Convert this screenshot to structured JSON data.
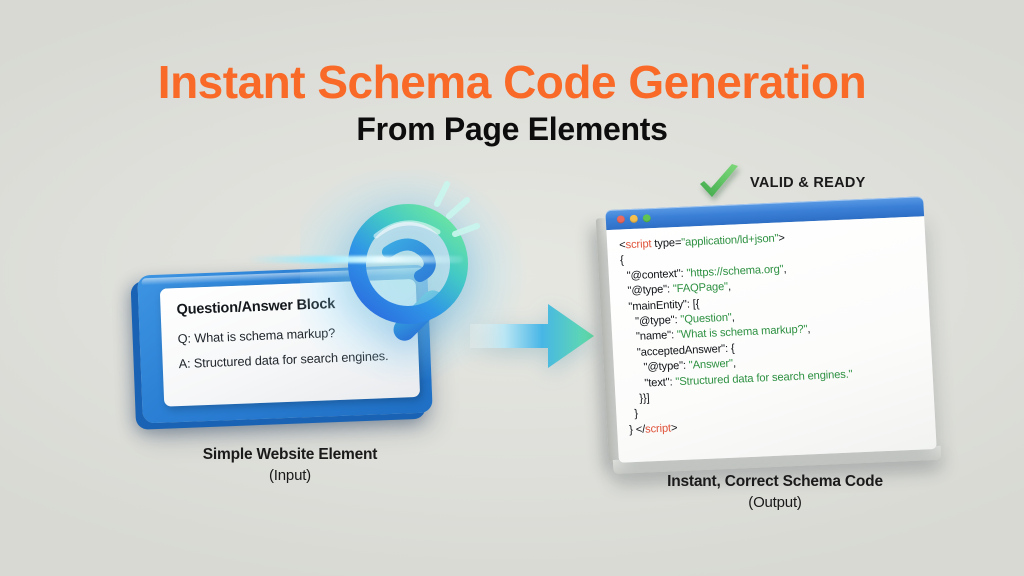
{
  "theme": {
    "background": "#dedfda",
    "title_orange": "#f96a28",
    "card_blue": "#2b7fd4",
    "titlebar_blue": "#3c81d8",
    "code_string_green": "#2e9142",
    "code_tag_red": "#e0533a",
    "check_green": "#5fc463",
    "magnifier_blue": "#2f7fe0",
    "magnifier_green": "#62e0a8"
  },
  "header": {
    "title": "Instant Schema Code Generation",
    "subtitle": "From Page Elements"
  },
  "input_card": {
    "heading": "Question/Answer Block",
    "question": "Q: What is schema markup?",
    "answer": "A: Structured data for search engines.",
    "caption": "Simple Website Element",
    "caption_sub": "(Input)"
  },
  "magnifier": {
    "icon": "magnifying-glass-icon",
    "sparkles": 3
  },
  "arrow": {
    "icon": "arrow-right-icon",
    "direction": "right"
  },
  "badge": {
    "icon": "check-mark-icon",
    "label": "VALID & READY"
  },
  "code_window": {
    "traffic_lights": [
      "red",
      "yellow",
      "green"
    ],
    "caption": "Instant, Correct Schema Code",
    "caption_sub": "(Output)",
    "lines": [
      [
        {
          "t": "plain",
          "v": "<"
        },
        {
          "t": "tag",
          "v": "script"
        },
        {
          "t": "plain",
          "v": " type="
        },
        {
          "t": "str",
          "v": "\"application/ld+json\""
        },
        {
          "t": "plain",
          "v": ">"
        }
      ],
      [
        {
          "t": "plain",
          "v": "{"
        }
      ],
      [
        {
          "t": "plain",
          "v": "  \"@context\": "
        },
        {
          "t": "str",
          "v": "\"https://schema.org\""
        },
        {
          "t": "plain",
          "v": ","
        }
      ],
      [
        {
          "t": "plain",
          "v": "  \"@type\": "
        },
        {
          "t": "str",
          "v": "\"FAQPage\""
        },
        {
          "t": "plain",
          "v": ","
        }
      ],
      [
        {
          "t": "plain",
          "v": "  \"mainEntity\": [{"
        }
      ],
      [
        {
          "t": "plain",
          "v": "    \"@type\": "
        },
        {
          "t": "str",
          "v": "\"Question\""
        },
        {
          "t": "plain",
          "v": ","
        }
      ],
      [
        {
          "t": "plain",
          "v": "    \"name\": "
        },
        {
          "t": "str",
          "v": "\"What is schema markup?\""
        },
        {
          "t": "plain",
          "v": ","
        }
      ],
      [
        {
          "t": "plain",
          "v": "    \"acceptedAnswer\": {"
        }
      ],
      [
        {
          "t": "plain",
          "v": "      \"@type\": "
        },
        {
          "t": "str",
          "v": "\"Answer\""
        },
        {
          "t": "plain",
          "v": ","
        }
      ],
      [
        {
          "t": "plain",
          "v": "      \"text\": "
        },
        {
          "t": "str",
          "v": "\"Structured data for search engines.\""
        }
      ],
      [
        {
          "t": "plain",
          "v": "    }}]"
        }
      ],
      [
        {
          "t": "plain",
          "v": "  }"
        }
      ],
      [
        {
          "t": "plain",
          "v": "} </"
        },
        {
          "t": "tag",
          "v": "script"
        },
        {
          "t": "plain",
          "v": ">"
        }
      ]
    ]
  }
}
